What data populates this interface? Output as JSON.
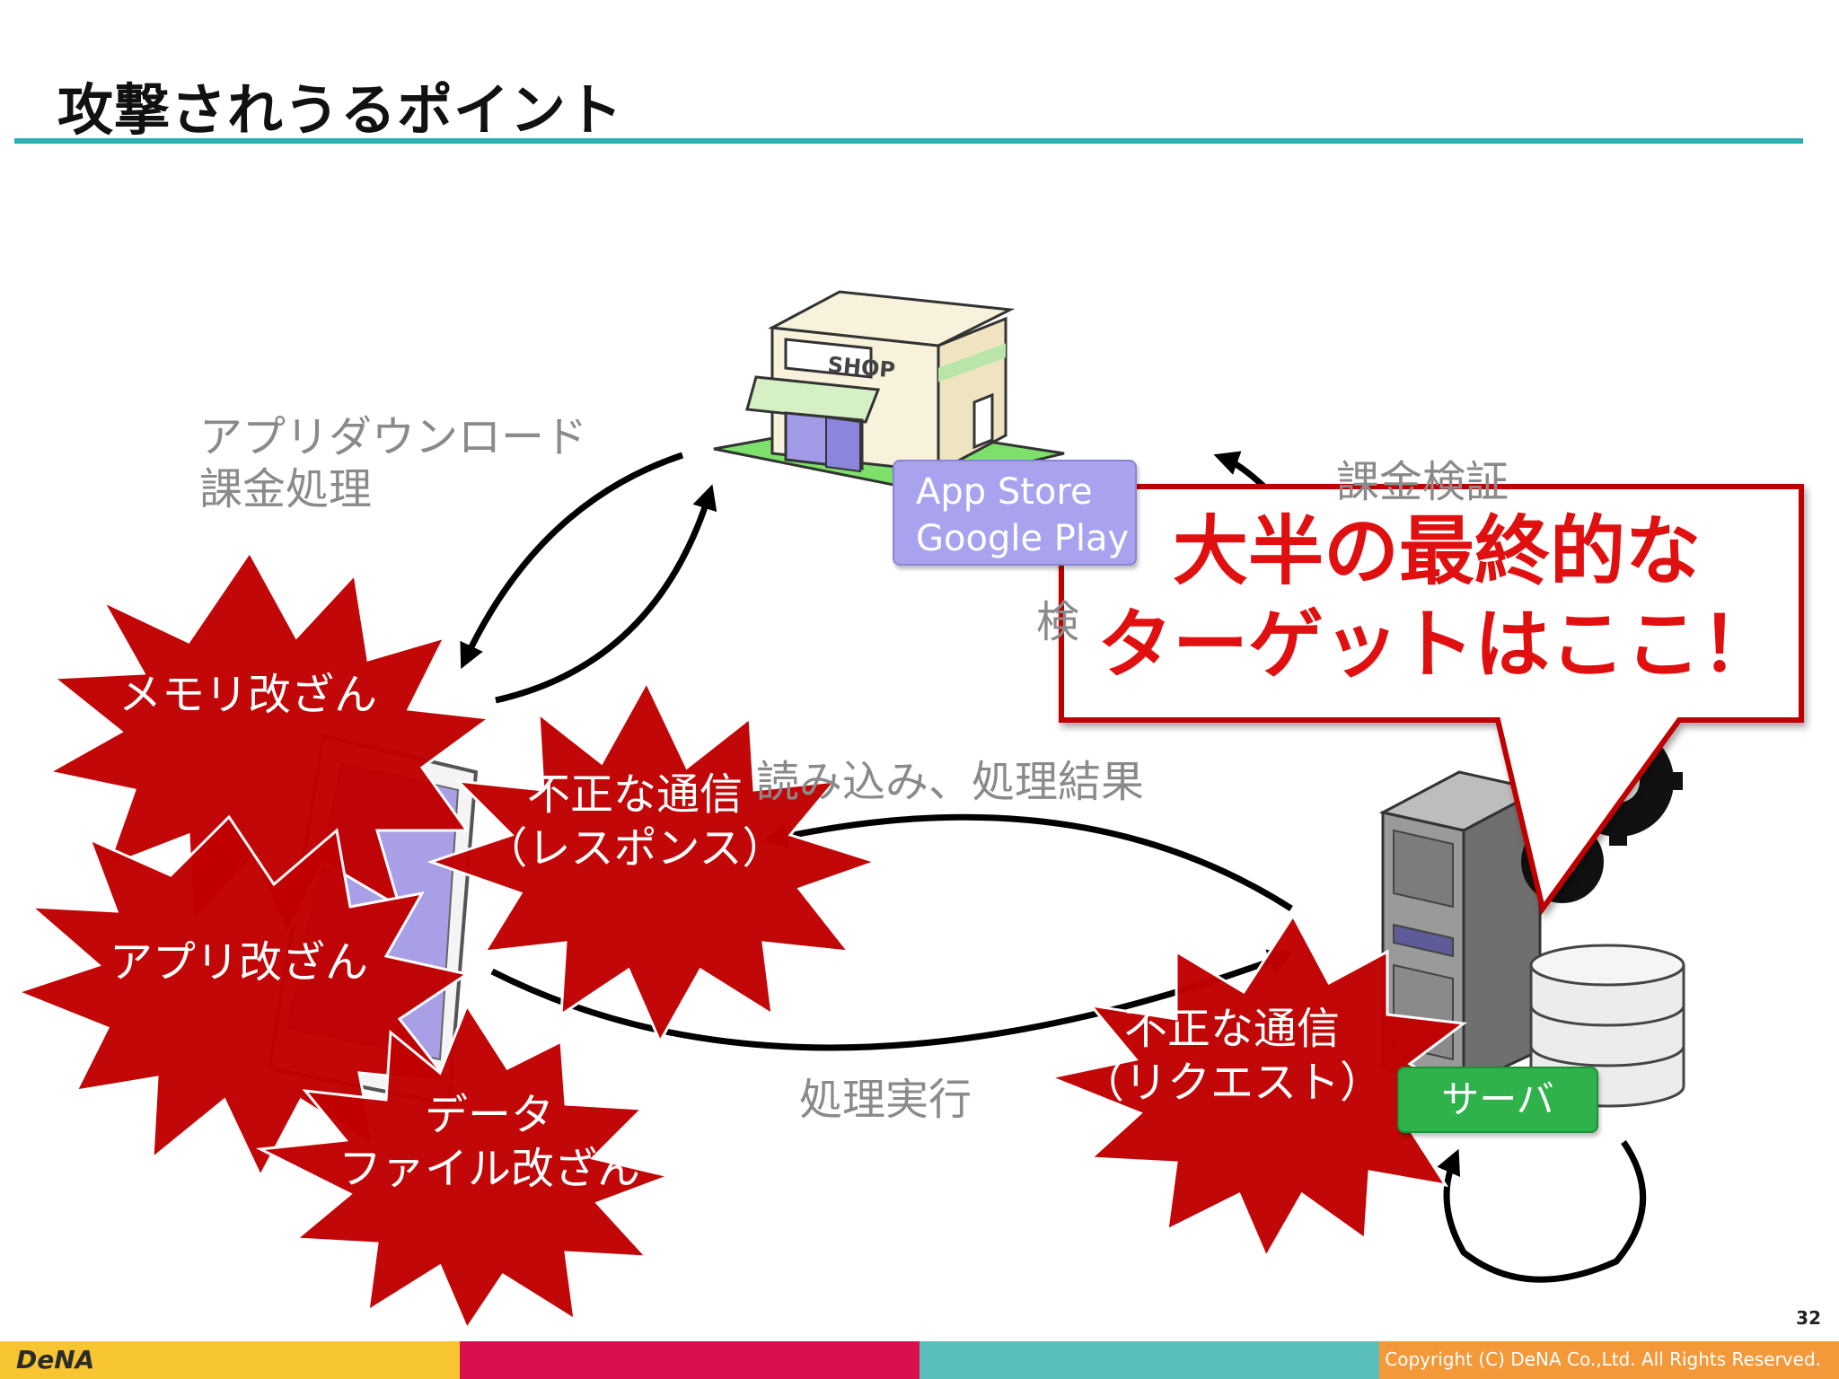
{
  "slide": {
    "title": "攻撃されうるポイント",
    "page_number": "32"
  },
  "labels": {
    "app_download_line1": "アプリダウンロード",
    "app_download_line2": "課金処理",
    "billing_verify": "課金検証",
    "verify_partial": "検",
    "read_results": "読み込み、処理結果",
    "process_exec": "処理実行"
  },
  "store_box": {
    "line1": "App Store",
    "line2": "Google Play"
  },
  "shop_sign": "SHOP",
  "server_box": {
    "label": "サーバ"
  },
  "bursts": {
    "memory": "メモリ改ざん",
    "response_line1": "不正な通信",
    "response_line2": "（レスポンス）",
    "app": "アプリ改ざん",
    "data_line1": "データ",
    "data_line2": "ファイル改ざん",
    "request_line1": "不正な通信",
    "request_line2": "（リクエスト）"
  },
  "callout": {
    "line1": "大半の最終的な",
    "line2": "ターゲットはここ！"
  },
  "footer": {
    "logo": "DeNA",
    "copyright": "Copyright (C) DeNA Co.,Ltd. All Rights Reserved."
  },
  "colors": {
    "accent_teal": "#2aaeb1",
    "burst_red": "#c00000",
    "callout_red": "#e01010",
    "footer_yellow": "#f7c531",
    "footer_magenta": "#d8114e",
    "footer_teal": "#5abfbb",
    "footer_orange": "#f4993a"
  }
}
